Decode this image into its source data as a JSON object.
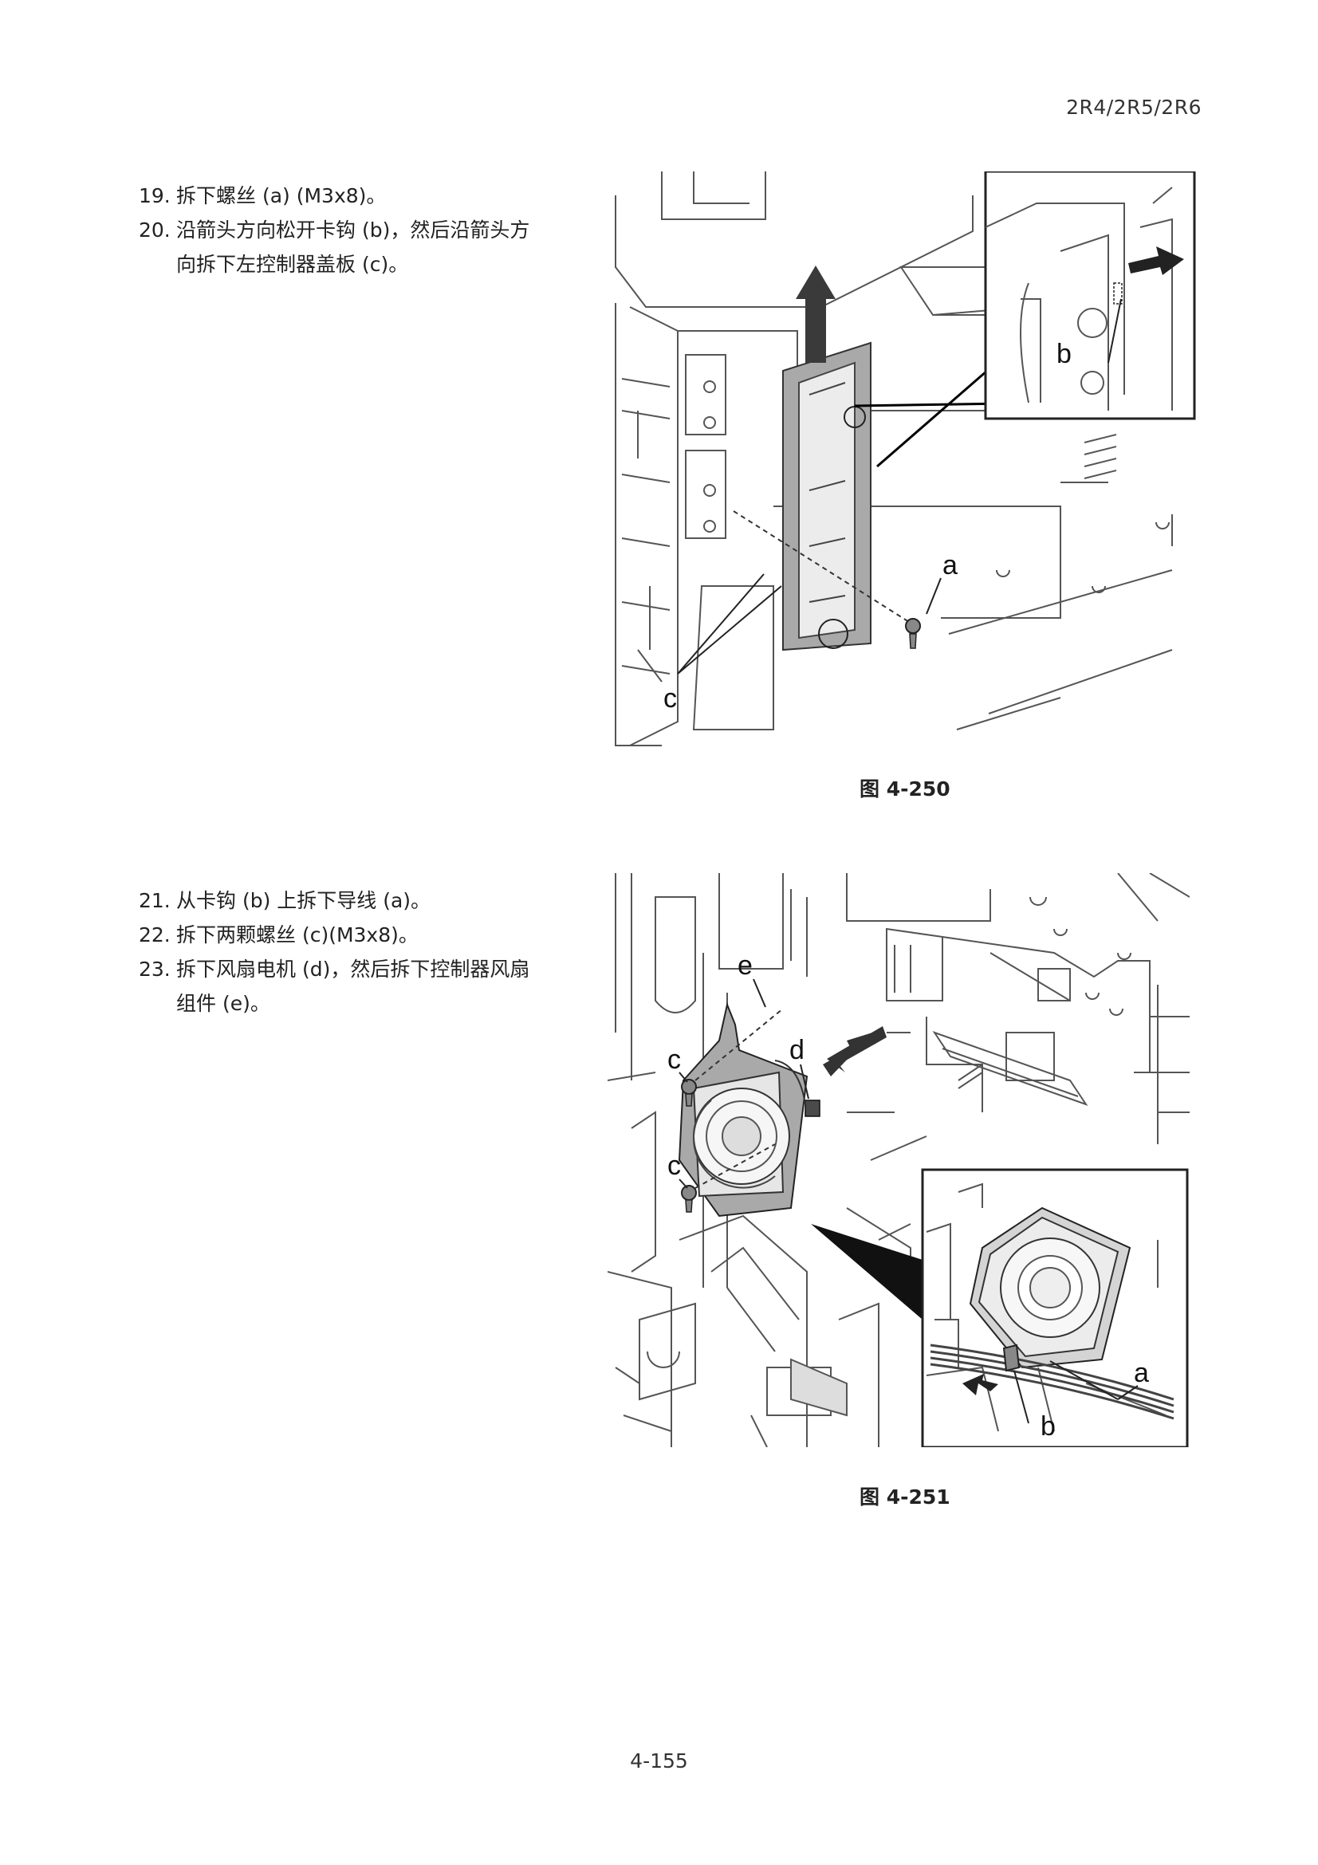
{
  "header": {
    "doc_code": "2R4/2R5/2R6"
  },
  "section1": {
    "steps": [
      {
        "num": "19.",
        "lines": [
          "拆下螺丝 (a) (M3x8)。"
        ]
      },
      {
        "num": "20.",
        "lines": [
          "沿箭头方向松开卡钩 (b)，然后沿箭头方",
          "向拆下左控制器盖板 (c)。"
        ]
      }
    ],
    "figure": {
      "caption": "图 4-250",
      "labels": {
        "a": "a",
        "b": "b",
        "c": "c"
      }
    }
  },
  "section2": {
    "steps": [
      {
        "num": "21.",
        "lines": [
          "从卡钩 (b) 上拆下导线 (a)。"
        ]
      },
      {
        "num": "22.",
        "lines": [
          "拆下两颗螺丝 (c)(M3x8)。"
        ]
      },
      {
        "num": "23.",
        "lines": [
          "拆下风扇电机 (d)，然后拆下控制器风扇",
          "组件 (e)。"
        ]
      }
    ],
    "figure": {
      "caption": "图 4-251",
      "labels": {
        "a": "a",
        "b": "b",
        "c1": "c",
        "c2": "c",
        "d": "d",
        "e": "e"
      }
    }
  },
  "footer": {
    "page_number": "4-155"
  }
}
